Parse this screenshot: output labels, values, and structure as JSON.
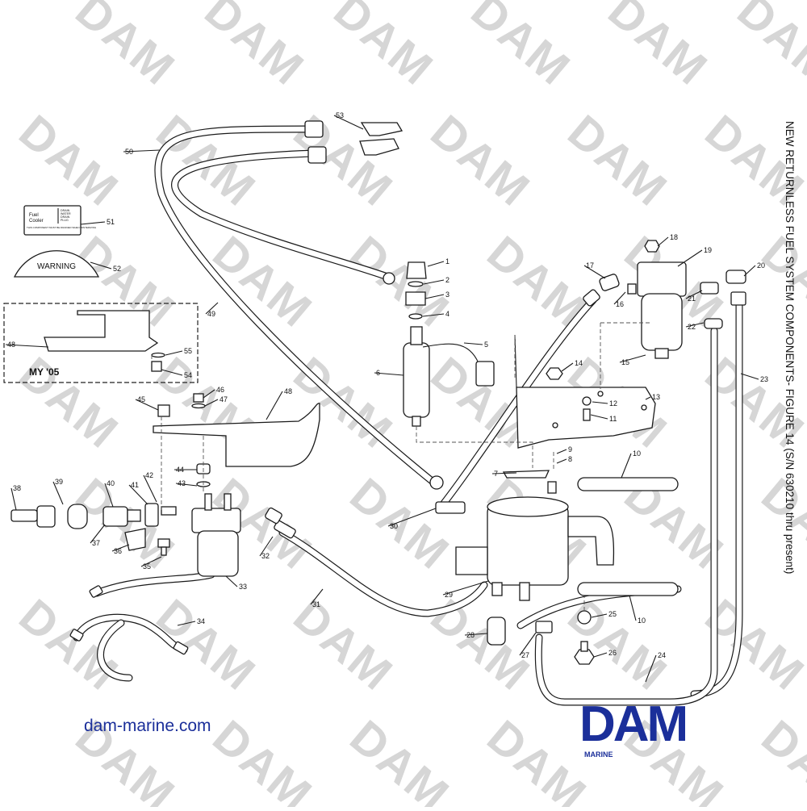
{
  "title": "NEW RETURNLESS FUEL SYSTEM COMPONENTS- FIGURE 14 (S/N 630210 thru present)",
  "watermark": "DAM",
  "website": "dam-marine.com",
  "logo": {
    "word": "DAM",
    "sub": "MARINE",
    "color": "#1b2f9a"
  },
  "inset_label": "MY '05",
  "warning_label": "WARNING",
  "decal": {
    "title": "Fuel\nCooler",
    "side_text": "DRAIN\nWATER\nDRAIN\nPLUG",
    "body_text": "THIS COMPONENT MUST BE DRAINED WHEN WINTERIZING"
  },
  "callouts": [
    "1",
    "2",
    "3",
    "4",
    "5",
    "6",
    "7",
    "8",
    "9",
    "10",
    "10",
    "11",
    "12",
    "13",
    "14",
    "15",
    "16",
    "17",
    "18",
    "19",
    "20",
    "21",
    "22",
    "23",
    "24",
    "25",
    "26",
    "27",
    "28",
    "29",
    "30",
    "31",
    "32",
    "33",
    "34",
    "35",
    "36",
    "37",
    "38",
    "39",
    "40",
    "41",
    "42",
    "43",
    "44",
    "45",
    "46",
    "47",
    "48",
    "48",
    "49",
    "50",
    "51",
    "52",
    "53",
    "54",
    "55"
  ]
}
